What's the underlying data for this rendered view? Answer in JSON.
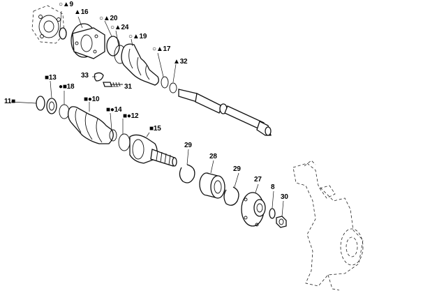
{
  "callouts": [
    {
      "id": "9",
      "label": "○▲9"
    },
    {
      "id": "16",
      "label": "▲16"
    },
    {
      "id": "20",
      "label": "○▲20"
    },
    {
      "id": "24",
      "label": "○▲24"
    },
    {
      "id": "19",
      "label": "○▲19"
    },
    {
      "id": "17",
      "label": "○▲17"
    },
    {
      "id": "32",
      "label": "▲32"
    },
    {
      "id": "33",
      "label": "33"
    },
    {
      "id": "31",
      "label": "31"
    },
    {
      "id": "13",
      "label": "■13"
    },
    {
      "id": "18",
      "label": "●■18"
    },
    {
      "id": "11",
      "label": "11■"
    },
    {
      "id": "10",
      "label": "■●10"
    },
    {
      "id": "14",
      "label": "■●14"
    },
    {
      "id": "12",
      "label": "■●12"
    },
    {
      "id": "15",
      "label": "■15"
    },
    {
      "id": "29a",
      "label": "29"
    },
    {
      "id": "28",
      "label": "28"
    },
    {
      "id": "29b",
      "label": "29"
    },
    {
      "id": "27",
      "label": "27"
    },
    {
      "id": "8",
      "label": "8"
    },
    {
      "id": "30",
      "label": "30"
    }
  ]
}
